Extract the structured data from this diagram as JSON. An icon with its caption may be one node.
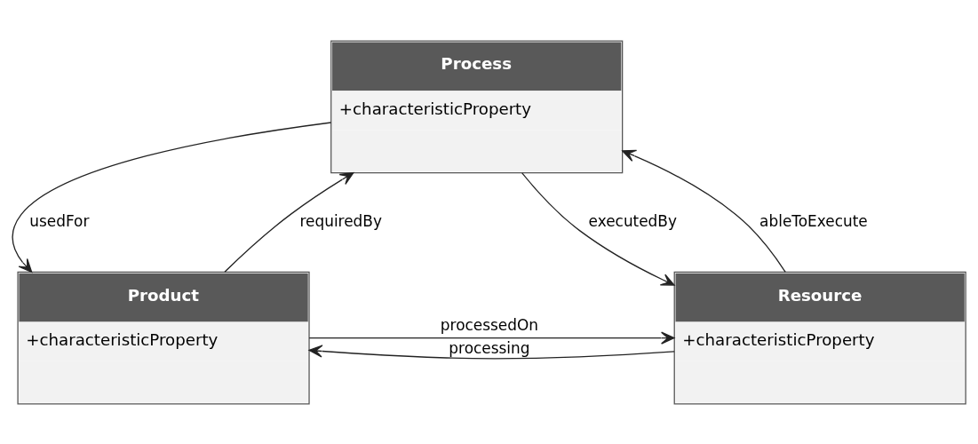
{
  "diagram": {
    "nodes": [
      {
        "text": [
          "Process",
          "+characteristicProperty"
        ]
      },
      {
        "text": [
          "Product",
          "+characteristicProperty"
        ]
      },
      {
        "text": [
          "Resource",
          "+characteristicProperty"
        ]
      }
    ],
    "edges": [
      {
        "from": 0,
        "to": 1,
        "arrow": "to",
        "label": "usedFor"
      },
      {
        "from": 1,
        "to": 0,
        "arrow": "to",
        "label": "requiredBy"
      },
      {
        "from": 2,
        "to": 0,
        "arrow": "to",
        "label": "ableToExecute"
      },
      {
        "from": 0,
        "to": 2,
        "arrow": "to",
        "label": "executedBy"
      },
      {
        "from": 1,
        "to": 2,
        "arrow": "to",
        "label": "processedOn"
      },
      {
        "from": 2,
        "to": 1,
        "arrow": "to",
        "label": "processing"
      }
    ]
  }
}
